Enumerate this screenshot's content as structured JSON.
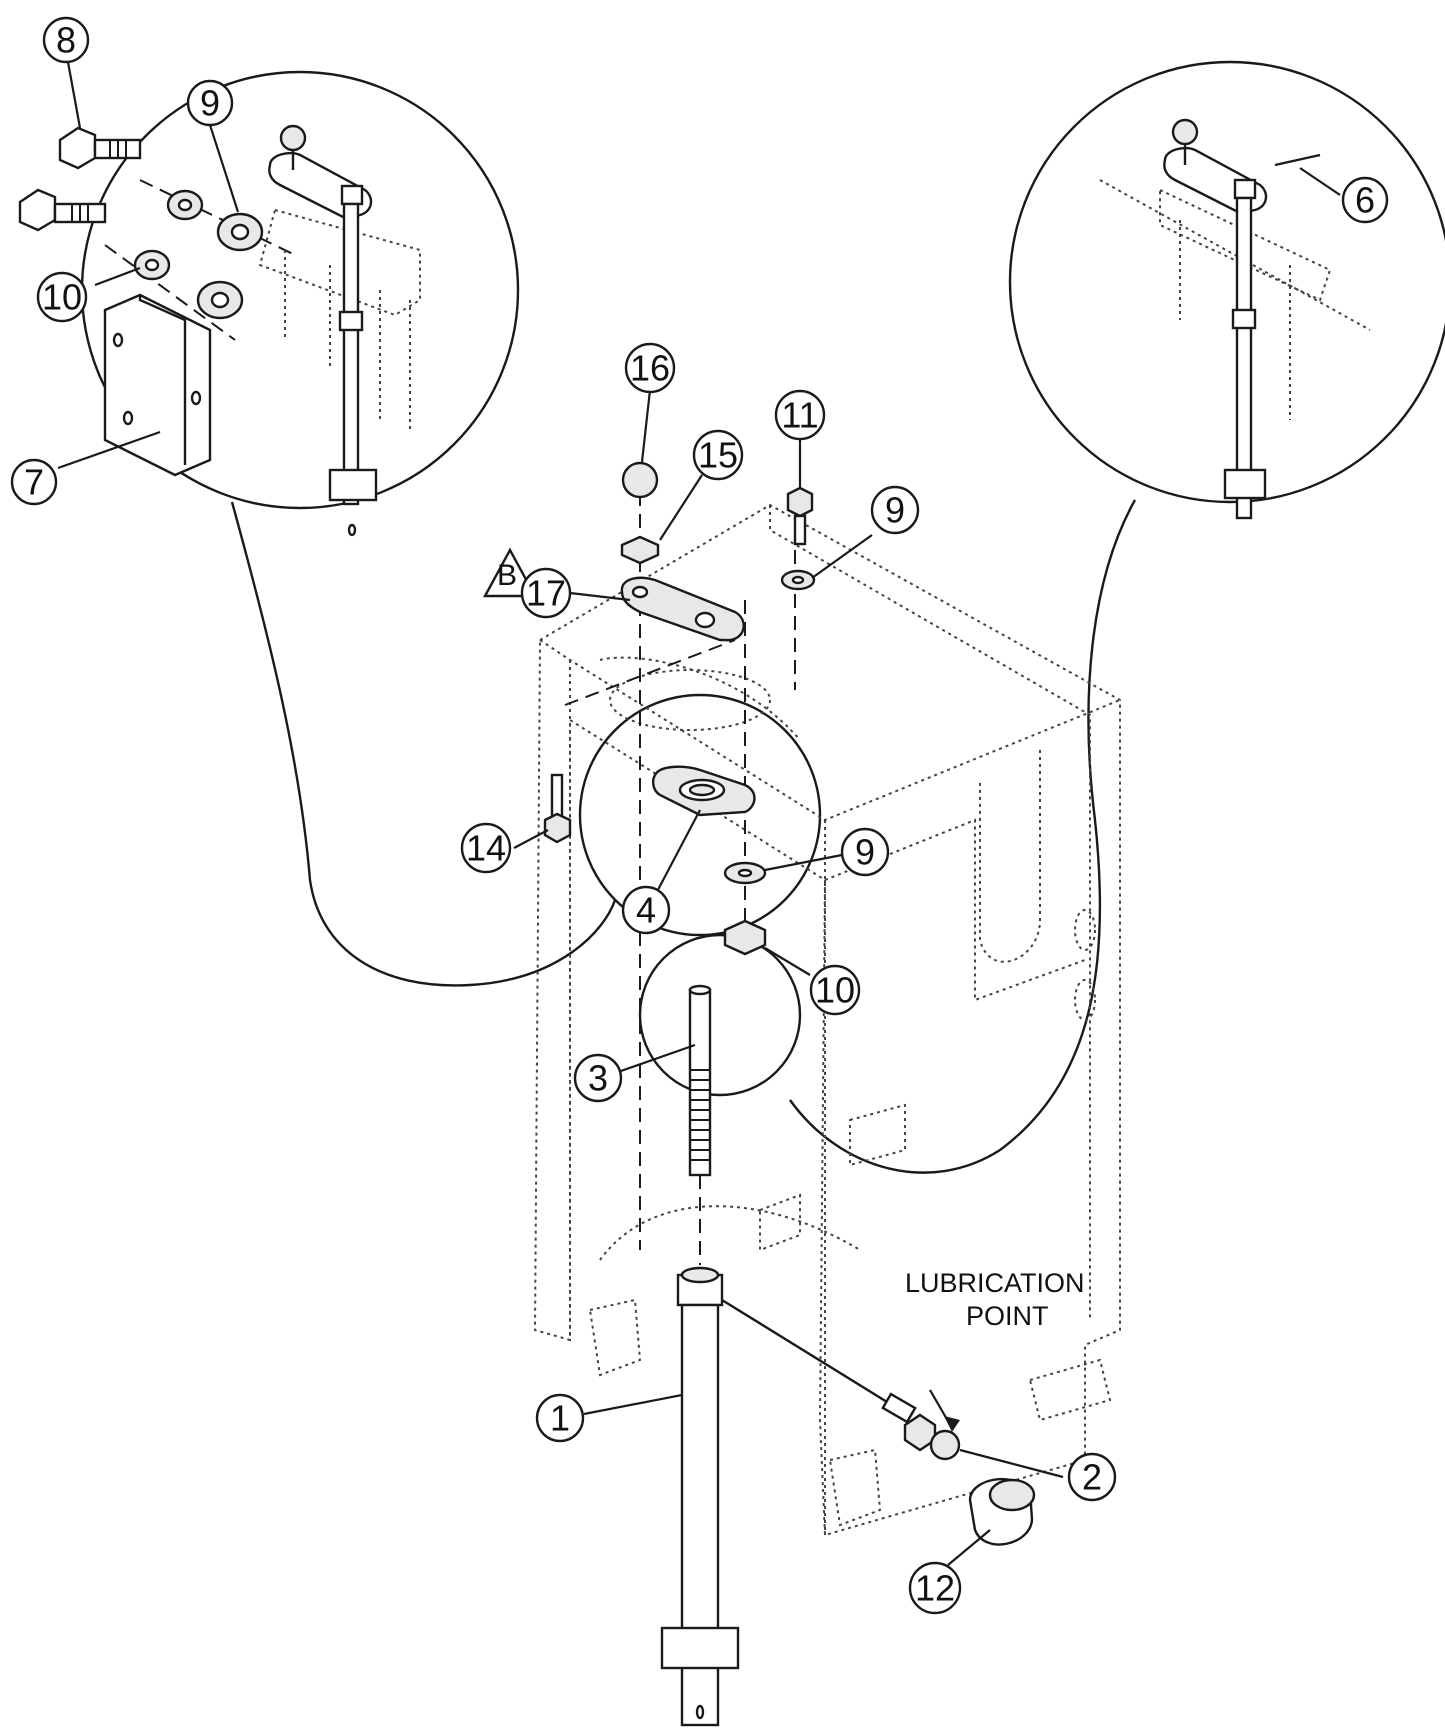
{
  "callouts": [
    {
      "id": "8",
      "label": "8"
    },
    {
      "id": "9a",
      "label": "9"
    },
    {
      "id": "10a",
      "label": "10"
    },
    {
      "id": "7",
      "label": "7"
    },
    {
      "id": "6",
      "label": "6"
    },
    {
      "id": "16",
      "label": "16"
    },
    {
      "id": "15",
      "label": "15"
    },
    {
      "id": "11",
      "label": "11"
    },
    {
      "id": "9b",
      "label": "9"
    },
    {
      "id": "17",
      "label": "17"
    },
    {
      "id": "14",
      "label": "14"
    },
    {
      "id": "9c",
      "label": "9"
    },
    {
      "id": "4",
      "label": "4"
    },
    {
      "id": "10b",
      "label": "10"
    },
    {
      "id": "3",
      "label": "3"
    },
    {
      "id": "1",
      "label": "1"
    },
    {
      "id": "2",
      "label": "2"
    },
    {
      "id": "12",
      "label": "12"
    }
  ],
  "note_marker": "B",
  "lubrication_label": {
    "line1": "LUBRICATION",
    "line2": "POINT"
  }
}
